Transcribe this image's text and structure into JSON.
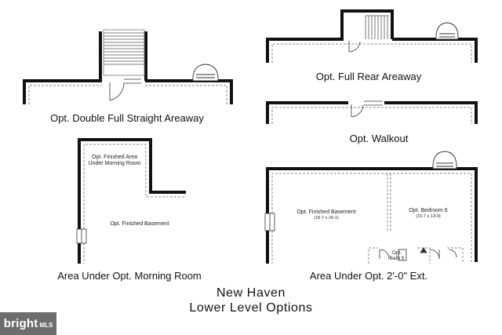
{
  "colors": {
    "wall": "#111111",
    "dashed": "#888888",
    "background": "#ffffff"
  },
  "diagrams": {
    "double_straight": {
      "caption": "Opt. Double Full Straight Areaway"
    },
    "full_rear": {
      "caption": "Opt. Full Rear Areaway"
    },
    "walkout": {
      "caption": "Opt. Walkout"
    },
    "morning_room": {
      "caption": "Area Under Opt. Morning Room",
      "finished_area_line1": "Opt. Finished Area",
      "finished_area_line2": "Under Morning Room",
      "finished_basement": "Opt. Finished Basement"
    },
    "extension": {
      "caption": "Area Under Opt. 2'-0\" Ext.",
      "basement_label": "Opt. Finished Basement",
      "basement_dims": "(18-7 x 26-1)",
      "bedroom_label": "Opt. Bedroom 6",
      "bedroom_dims": "(15-7 x 13-9)",
      "bath_line1": "Opt.",
      "bath_line2": "Bath 5"
    }
  },
  "title": {
    "line1": "New Haven",
    "line2": "Lower Level Options"
  },
  "watermark": {
    "brand": "bright",
    "suffix": "MLS"
  }
}
